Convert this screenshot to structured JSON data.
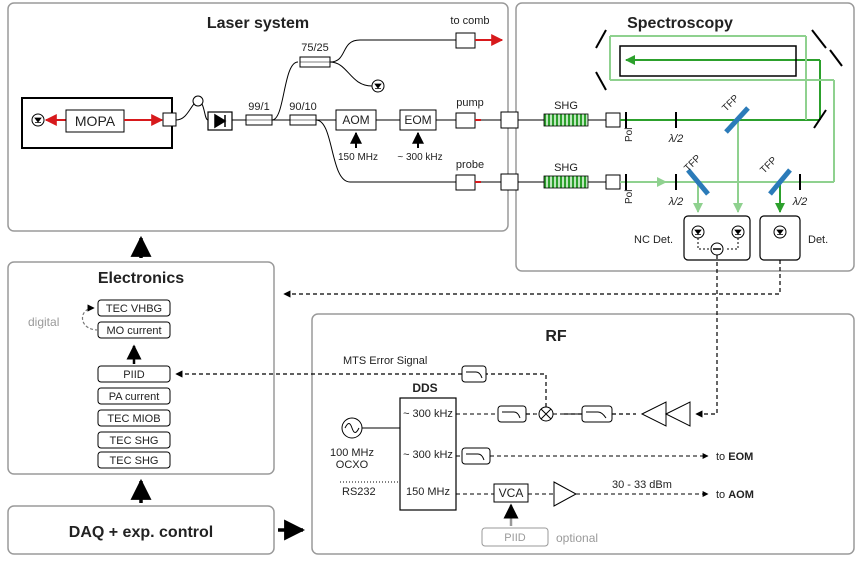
{
  "panels": {
    "laser": "Laser system",
    "spectroscopy": "Spectroscopy",
    "electronics": "Electronics",
    "rf": "RF",
    "daq": "DAQ + exp. control"
  },
  "laser": {
    "mopa": "MOPA",
    "split_99_1": "99/1",
    "split_90_10": "90/10",
    "split_75_25": "75/25",
    "to_comb": "to comb",
    "aom": "AOM",
    "eom": "EOM",
    "aom_freq": "150 MHz",
    "eom_freq": "~ 300 kHz",
    "pump": "pump",
    "probe": "probe"
  },
  "spectroscopy": {
    "shg_top": "SHG",
    "shg_bottom": "SHG",
    "pol_top": "Pol",
    "pol_bottom": "Pol",
    "half_wave_1": "λ/2",
    "half_wave_2": "λ/2",
    "half_wave_3": "λ/2",
    "tfp_1": "TFP",
    "tfp_2": "TFP",
    "tfp_3": "TFP",
    "nc_det": "NC Det.",
    "det": "Det."
  },
  "electronics": {
    "digital": "digital",
    "items": [
      "TEC VHBG",
      "MO current",
      "PIID",
      "PA current",
      "TEC MIOB",
      "TEC SHG",
      "TEC SHG"
    ]
  },
  "rf": {
    "mts_error": "MTS Error Signal",
    "dds": "DDS",
    "dds_ch1": "~ 300 kHz",
    "dds_ch2": "~ 300 kHz",
    "dds_ch3": "150 MHz",
    "ocxo_freq": "100 MHz",
    "ocxo": "OCXO",
    "rs232": "RS232",
    "vca": "VCA",
    "power": "30 - 33 dBm",
    "to_eom_prefix": "to ",
    "to_eom": "EOM",
    "to_aom_prefix": "to ",
    "to_aom": "AOM",
    "piid_optional": "PIID",
    "optional": "optional"
  },
  "colors": {
    "fiber": "#000000",
    "red_beam": "#d7191c",
    "green_beam": "#2ca02c",
    "light_green_beam": "#8fd18f",
    "tfp": "#2b7bb9",
    "panel_border": "#9a9a9a"
  }
}
